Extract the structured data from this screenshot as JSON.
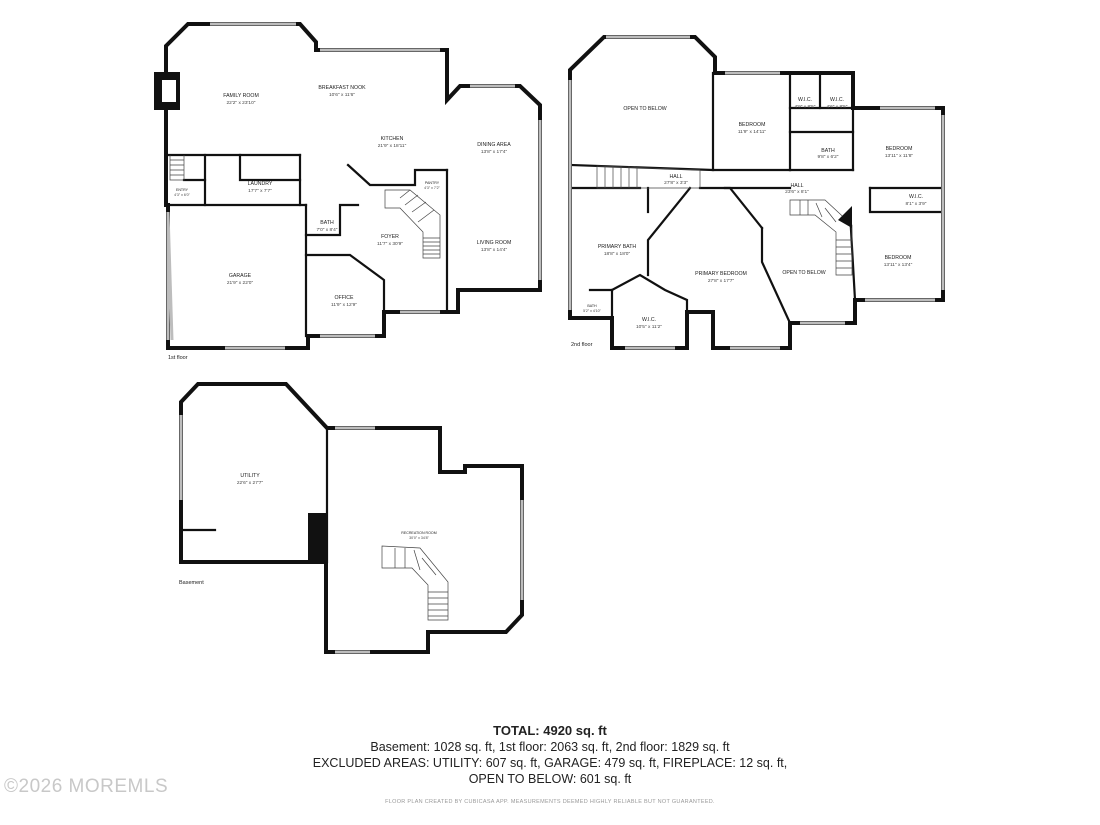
{
  "rooms": {
    "family_room": {
      "name": "FAMILY ROOM",
      "dim": "22'2\" x 23'10\""
    },
    "breakfast_nook": {
      "name": "BREAKFAST NOOK",
      "dim": "10'6\" x 11'6\""
    },
    "kitchen": {
      "name": "KITCHEN",
      "dim": "21'9\" x 18'11\""
    },
    "dining_area": {
      "name": "DINING AREA",
      "dim": "13'8\" x 17'4\""
    },
    "pantry": {
      "name": "PANTRY",
      "dim": "4'3\" x 7'2\""
    },
    "entry": {
      "name": "ENTRY",
      "dim": "4'3\" x 6'0\""
    },
    "laundry": {
      "name": "LAUNDRY",
      "dim": "17'7\" x 7'7\""
    },
    "bath_1": {
      "name": "BATH",
      "dim": "7'0\" x 8'4\""
    },
    "foyer": {
      "name": "FOYER",
      "dim": "11'7\" x 30'9\""
    },
    "living_room": {
      "name": "LIVING ROOM",
      "dim": "13'8\" x 14'4\""
    },
    "garage": {
      "name": "GARAGE",
      "dim": "21'9\" x 22'0\""
    },
    "office": {
      "name": "OFFICE",
      "dim": "11'9\" x 12'9\""
    },
    "open_to_below_1": {
      "name": "OPEN TO BELOW",
      "dim": ""
    },
    "bedroom_1": {
      "name": "BEDROOM",
      "dim": "11'9\" x 14'11\""
    },
    "wic_1": {
      "name": "W.I.C.",
      "dim": "4'9\" x 8'5\""
    },
    "wic_2": {
      "name": "W.I.C.",
      "dim": "4'6\" x 8'5\""
    },
    "bedroom_2": {
      "name": "BEDROOM",
      "dim": "13'11\" x 11'8\""
    },
    "bath_2": {
      "name": "BATH",
      "dim": "9'8\" x 6'2\""
    },
    "hall_1": {
      "name": "HALL",
      "dim": "27'8\" x 3'3\""
    },
    "hall_2": {
      "name": "HALL",
      "dim": "23'6\" x 8'1\""
    },
    "wic_3": {
      "name": "W.I.C.",
      "dim": "8'1\" x 3'9\""
    },
    "primary_bath": {
      "name": "PRIMARY BATH",
      "dim": "18'8\" x 18'0\""
    },
    "primary_bedroom": {
      "name": "PRIMARY BEDROOM",
      "dim": "27'8\" x 17'7\""
    },
    "open_to_below_2": {
      "name": "OPEN TO BELOW",
      "dim": ""
    },
    "bedroom_3": {
      "name": "BEDROOM",
      "dim": "13'11\" x 13'4\""
    },
    "bath_3": {
      "name": "BATH",
      "dim": "5'2\" x 4'10\""
    },
    "wic_4": {
      "name": "W.I.C.",
      "dim": "10'5\" x 11'2\""
    },
    "utility": {
      "name": "UTILITY",
      "dim": "22'6\" x 27'7\""
    },
    "recreation_room": {
      "name": "RECREATION ROOM",
      "dim": "30'0\" x 34'8\""
    }
  },
  "floors": {
    "first": "1st floor",
    "second": "2nd floor",
    "basement": "Basement"
  },
  "summary": {
    "total": "TOTAL: 4920 sq. ft",
    "line1": "Basement: 1028 sq. ft, 1st floor: 2063 sq. ft, 2nd floor: 1829 sq. ft",
    "line2": "EXCLUDED AREAS: UTILITY: 607 sq. ft, GARAGE: 479 sq. ft, FIREPLACE: 12 sq. ft,",
    "line3": "OPEN TO BELOW: 601 sq. ft"
  },
  "watermark": "©2026 MOREMLS",
  "credit": "FLOOR PLAN CREATED BY CUBICASA APP. MEASUREMENTS DEEMED HIGHLY RELIABLE BUT NOT GUARANTEED.",
  "colors": {
    "wall": "#111111",
    "window": "#bdbdbd",
    "fireplace": "#111111",
    "watermark": "#c8c8c8"
  }
}
